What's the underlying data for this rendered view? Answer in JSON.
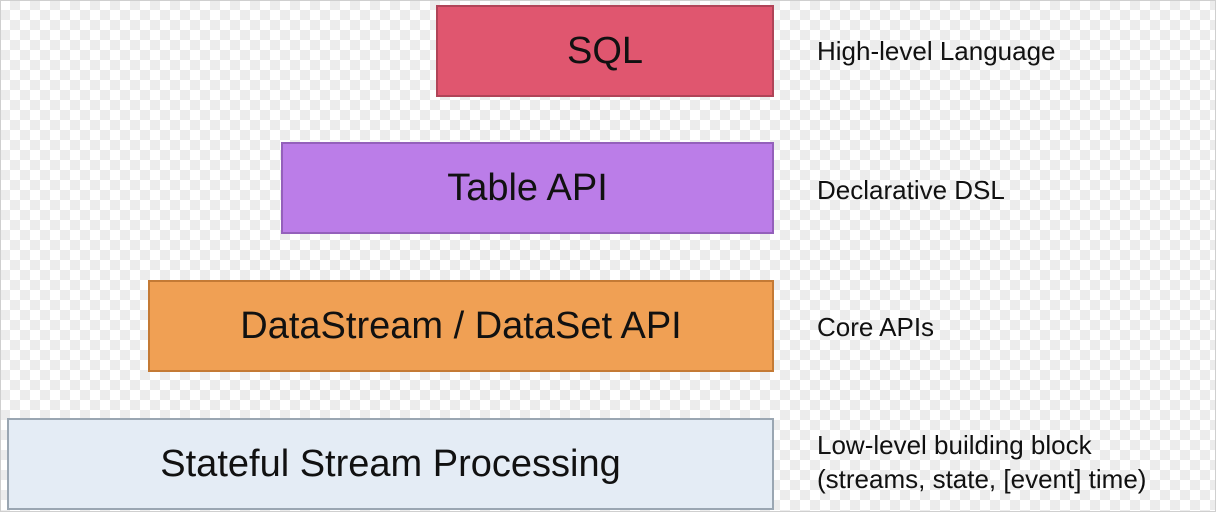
{
  "layers": [
    {
      "label": "SQL",
      "description": "High-level Language",
      "fill": "#e0566f",
      "border": "#b04458"
    },
    {
      "label": "Table API",
      "description": "Declarative DSL",
      "fill": "#bb7de8",
      "border": "#9460bb"
    },
    {
      "label": "DataStream / DataSet API",
      "description": "Core APIs",
      "fill": "#f0a054",
      "border": "#c47a35"
    },
    {
      "label": "Stateful Stream Processing",
      "description_line1": "Low-level building block",
      "description_line2": "(streams, state, [event] time)",
      "fill": "#e4ecf5",
      "border": "#9aa6b2"
    }
  ]
}
